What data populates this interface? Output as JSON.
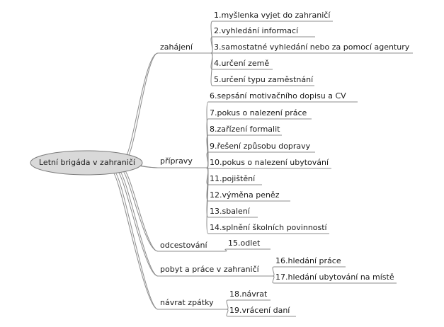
{
  "root": {
    "label": "Letní brigáda v zahraničí"
  },
  "branches": [
    {
      "label": "zahájení",
      "children": [
        "1.myšlenka vyjet do zahraničí",
        "2.vyhledání informací",
        "3.samostatné vyhledání nebo za pomocí agentury",
        "4.určení země",
        "5.určení typu zaměstnání"
      ]
    },
    {
      "label": "přípravy",
      "children": [
        "6.sepsání motivačního dopisu a CV",
        "7.pokus o nalezení práce",
        "8.zařízení formalit",
        "9.řešení způsobu dopravy",
        "10.pokus o nalezení ubytování",
        "11.pojištění",
        "12.výměna peněz",
        "13.sbalení",
        "14.splnění školních povinností"
      ]
    },
    {
      "label": "odcestování",
      "children": [
        "15.odlet"
      ]
    },
    {
      "label": "pobyt a práce v zahraničí",
      "children": [
        "16.hledání práce",
        "17.hledání ubytování na místě"
      ]
    },
    {
      "label": "návrat zpátky",
      "children": [
        "18.návrat",
        "19.vrácení daní"
      ]
    }
  ],
  "colors": {
    "line": "#8c8c8c",
    "node_fill": "#d9d9d9",
    "node_stroke": "#7a7a7a",
    "text": "#1a1a1a"
  }
}
